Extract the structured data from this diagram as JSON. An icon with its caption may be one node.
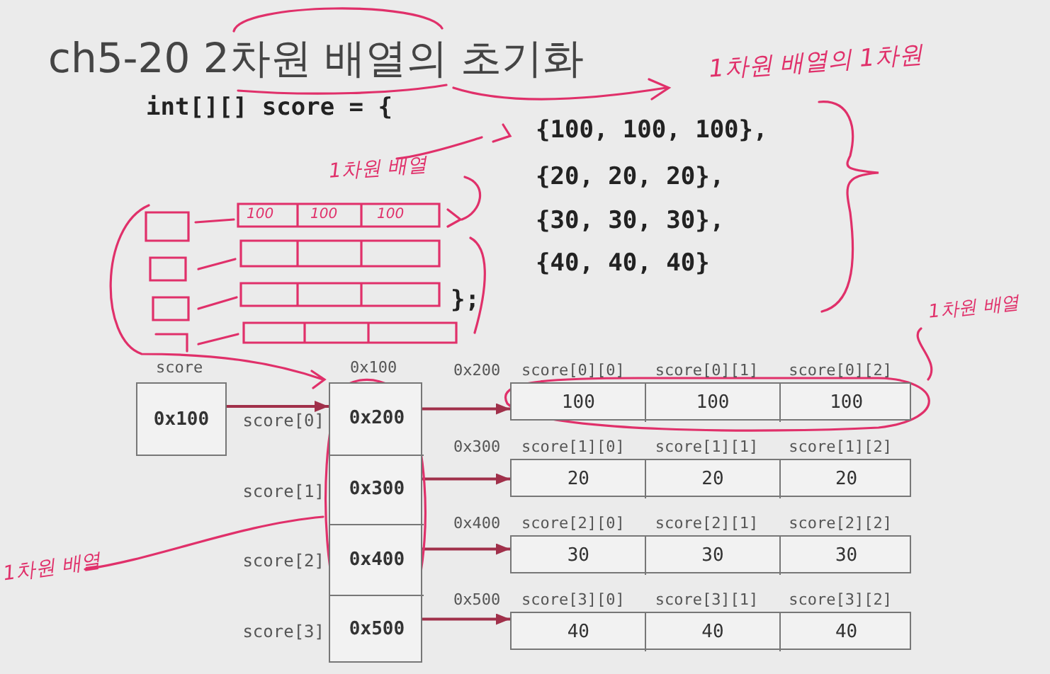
{
  "diagram": {
    "title": "ch5-20 2차원 배열의 초기화",
    "nodes": [
      {
        "text": [
          "0x100"
        ],
        "beside": [
          "score"
        ]
      },
      {
        "text": [],
        "shape": "box",
        "beside": [
          "0x100"
        ]
      },
      {
        "text": [
          "0x200"
        ],
        "in": 1,
        "beside": [
          "score[0]"
        ]
      },
      {
        "text": [
          "0x300"
        ],
        "in": 1,
        "beside": [
          "score[1]"
        ]
      },
      {
        "text": [
          "0x400"
        ],
        "in": 1,
        "beside": [
          "score[2]"
        ]
      },
      {
        "text": [
          "0x500"
        ],
        "in": 1,
        "beside": [
          "score[3]"
        ]
      },
      {
        "text": [],
        "shape": "box",
        "beside": [
          "0x200"
        ]
      },
      {
        "text": [
          "100"
        ],
        "in": 6,
        "beside": [
          "score[0][0]"
        ]
      },
      {
        "text": [
          "100"
        ],
        "in": 6,
        "beside": [
          "score[0][1]"
        ]
      },
      {
        "text": [
          "100"
        ],
        "in": 6,
        "beside": [
          "score[0][2]"
        ]
      },
      {
        "text": [],
        "shape": "box",
        "beside": [
          "0x300"
        ]
      },
      {
        "text": [
          "20"
        ],
        "in": 10,
        "beside": [
          "score[1][0]"
        ]
      },
      {
        "text": [
          "20"
        ],
        "in": 10,
        "beside": [
          "score[1][1]"
        ]
      },
      {
        "text": [
          "20"
        ],
        "in": 10,
        "beside": [
          "score[1][2]"
        ]
      },
      {
        "text": [],
        "shape": "box",
        "beside": [
          "0x400"
        ]
      },
      {
        "text": [
          "30"
        ],
        "in": 14,
        "beside": [
          "score[2][0]"
        ]
      },
      {
        "text": [
          "30"
        ],
        "in": 14,
        "beside": [
          "score[2][1]"
        ]
      },
      {
        "text": [
          "30"
        ],
        "in": 14,
        "beside": [
          "score[2][2]"
        ]
      },
      {
        "text": [],
        "shape": "box",
        "beside": [
          "0x500"
        ]
      },
      {
        "text": [
          "40"
        ],
        "in": 18,
        "beside": [
          "score[3][0]"
        ]
      },
      {
        "text": [
          "40"
        ],
        "in": 18,
        "beside": [
          "score[3][1]"
        ]
      },
      {
        "text": [
          "40"
        ],
        "in": 18,
        "beside": [
          "score[3][2]"
        ]
      }
    ],
    "edges": [
      {
        "from": 0,
        "to": 2,
        "arrow": "to"
      },
      {
        "from": 2,
        "to": 6,
        "arrow": "to"
      },
      {
        "from": 3,
        "to": 10,
        "arrow": "to"
      },
      {
        "from": 4,
        "to": 14,
        "arrow": "to"
      },
      {
        "from": 5,
        "to": 18,
        "arrow": "to"
      }
    ],
    "labels": [
      "int[][] score = {",
      "1차원 배열의 1차원",
      "{100, 100, 100},",
      "1차원 배열",
      "{20, 20, 20},",
      "100",
      "100",
      "100",
      "{30, 30, 30},",
      "{40, 40, 40}",
      "};",
      "1차원 배열",
      "1차원 배열"
    ]
  }
}
